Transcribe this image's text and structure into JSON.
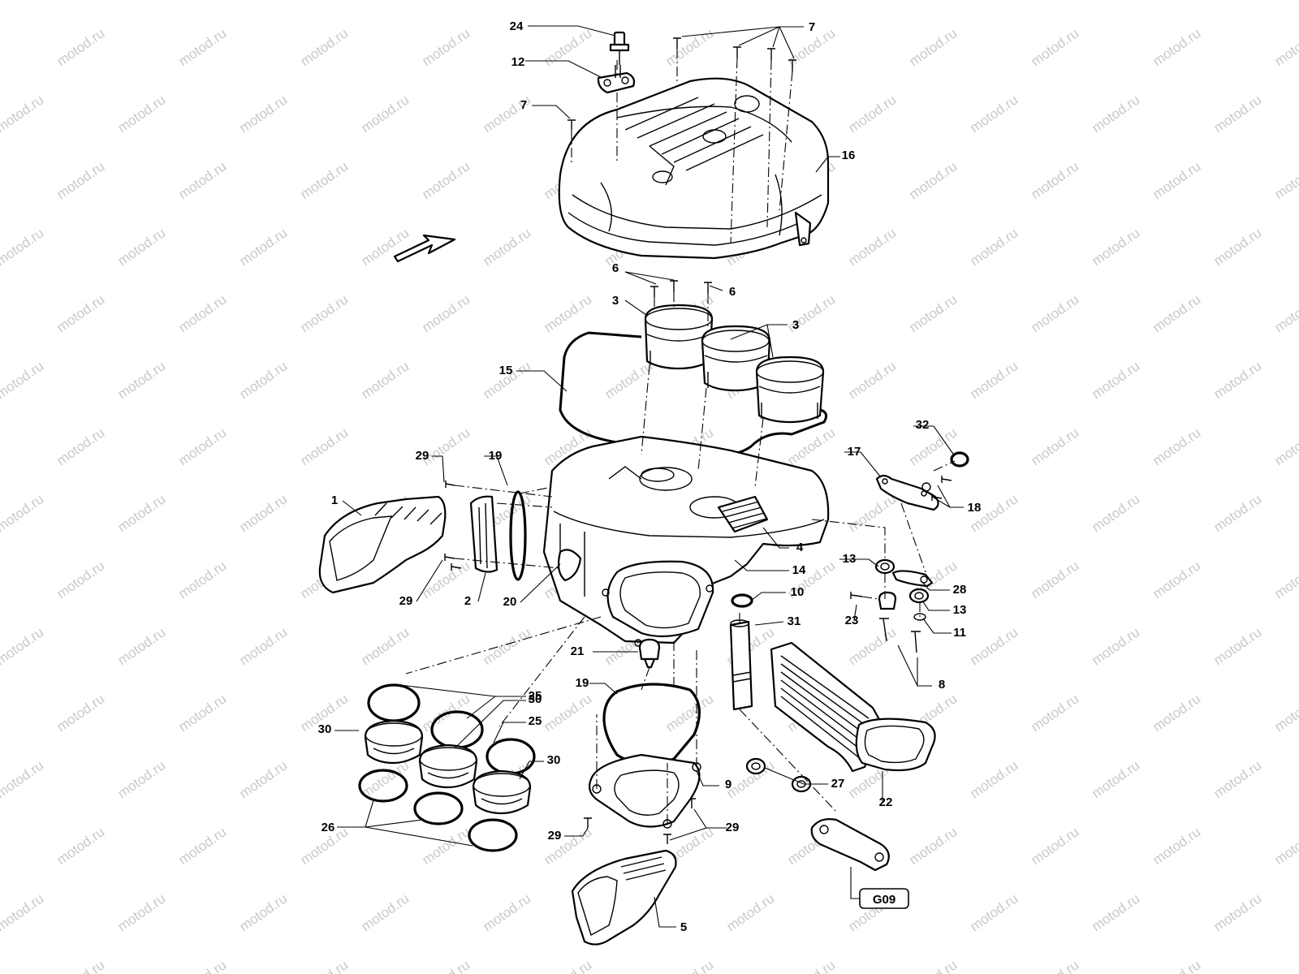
{
  "watermark": "motod.ru",
  "ref_tag": "G09",
  "callouts": [
    "1",
    "2",
    "3",
    "3",
    "4",
    "5",
    "6",
    "6",
    "7",
    "7",
    "8",
    "9",
    "10",
    "11",
    "12",
    "13",
    "13",
    "14",
    "15",
    "16",
    "17",
    "18",
    "19",
    "19",
    "20",
    "21",
    "22",
    "23",
    "24",
    "25",
    "25",
    "26",
    "27",
    "28",
    "29",
    "29",
    "29",
    "29",
    "30",
    "30",
    "30",
    "31",
    "32"
  ]
}
